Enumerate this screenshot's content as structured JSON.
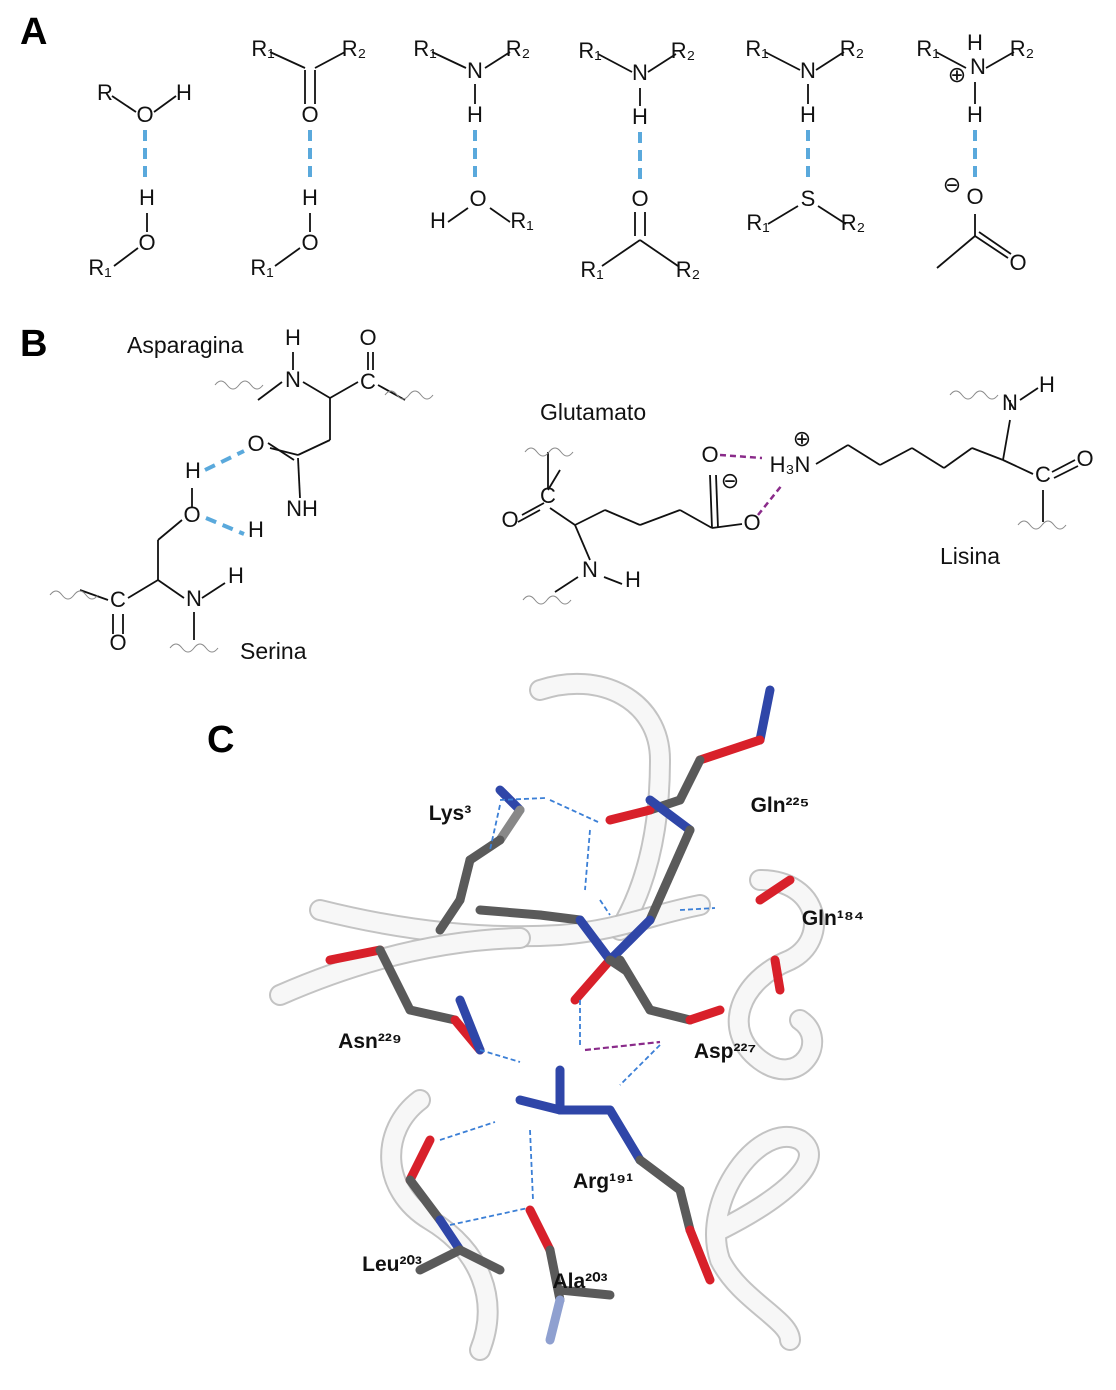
{
  "panels": {
    "a": "A",
    "b": "B",
    "c": "C"
  },
  "panel_a": {
    "atoms": [
      "R",
      "O",
      "H",
      "H",
      "O",
      "R₁",
      "R₁",
      "R₂",
      "O",
      "H",
      "O",
      "R₁",
      "R₁",
      "N",
      "R₂",
      "H",
      "O",
      "H",
      "R₁",
      "R₁",
      "N",
      "R₂",
      "H",
      "O",
      "R₁",
      "R₂",
      "R₁",
      "N",
      "R₂",
      "H",
      "S",
      "R₁",
      "R₂",
      "R₁",
      "H",
      "N",
      "R₂",
      "⊕",
      "H",
      "⊖",
      "O",
      "O"
    ]
  },
  "panel_b": {
    "names": {
      "asparagina": "Asparagina",
      "glutamato": "Glutamato",
      "lisina": "Lisina",
      "serina": "Serina"
    },
    "atoms": [
      "H",
      "N",
      "O",
      "C",
      "O",
      "NH",
      "H",
      "O",
      "H",
      "C",
      "O",
      "N",
      "H",
      "O",
      "C",
      "O",
      "O",
      "⊖",
      "H₃N",
      "⊕",
      "C",
      "N",
      "H",
      "N",
      "H",
      "C",
      "O"
    ]
  },
  "panel_c": {
    "residues": [
      "Lys³",
      "Gln²²⁵",
      "Gln¹⁸⁴",
      "Asn²²⁹",
      "Asp²²⁷",
      "Arg¹⁹¹",
      "Leu²⁰³",
      "Ala²⁰³"
    ]
  },
  "colors": {
    "hbond": "#5aa9dc",
    "salt_bridge": "#8a2b8a",
    "carbon": "#5a5a5a",
    "nitrogen": "#2f46a8",
    "oxygen": "#d8202a"
  }
}
